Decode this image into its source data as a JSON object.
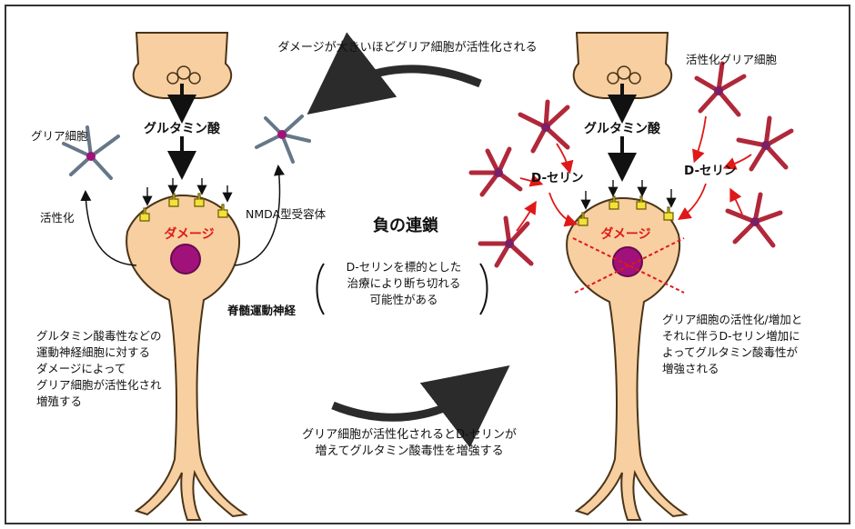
{
  "captions": {
    "top_cycle": "ダメージが大きいほどグリア細胞が活性化される",
    "bottom_cycle_line1": "グリア細胞が活性化されるとD-セリンが",
    "bottom_cycle_line2": "増えてグルタミン酸毒性を増強する",
    "center_title": "負の連鎖",
    "center_note_line1": "D-セリンを標的とした",
    "center_note_line2": "治療により断ち切れる",
    "center_note_line3": "可能性がある"
  },
  "left": {
    "glutamate": "グルタミン酸",
    "glia": "グリア細胞",
    "activation": "活性化",
    "nmda": "NMDA型受容体",
    "damage": "ダメージ",
    "motor_neuron": "脊髄運動神経",
    "note_line1": "グルタミン酸毒性などの",
    "note_line2": "運動神経細胞に対する",
    "note_line3": "ダメージによって",
    "note_line4": "グリア細胞が活性化され",
    "note_line5": "増殖する"
  },
  "right": {
    "activated_glia": "活性化グリア細胞",
    "glutamate": "グルタミン酸",
    "dserine_left": "D-セリン",
    "dserine_right": "D-セリン",
    "damage": "ダメージ",
    "note_line1": "グリア細胞の活性化/増加と",
    "note_line2": "それに伴うD-セリン増加に",
    "note_line3": "よってグルタミン酸毒性が",
    "note_line4": "増強される"
  },
  "colors": {
    "cell_fill": "#f7cfa0",
    "cell_stroke": "#4a3418",
    "nucleus": "#a0127a",
    "receptor": "#f2e23a",
    "damage_text": "#e01818",
    "activated_glia": "#b0283a",
    "arrow_dark": "#2b2b2b"
  }
}
